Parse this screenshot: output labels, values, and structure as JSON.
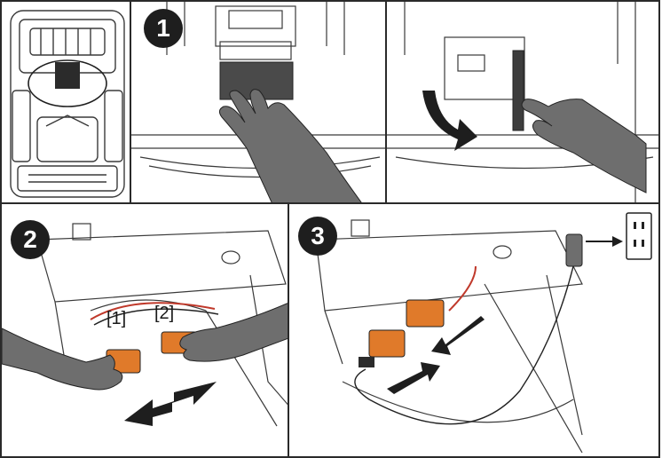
{
  "colors": {
    "frame": "#2a2a2a",
    "line": "#3a3a3a",
    "hand": "#6e6e6e",
    "connector": "#e07a2a",
    "arrow": "#1e1e1e",
    "wire_red": "#c0392b"
  },
  "steps": [
    {
      "number": "1"
    },
    {
      "number": "2"
    },
    {
      "number": "3"
    }
  ],
  "connector_labels": [
    "[1]",
    "[2]"
  ],
  "icons": [
    "battery-pack-icon",
    "hand-icon",
    "rotate-arrow-icon",
    "double-arrow-icon",
    "wall-outlet-icon",
    "charger-plug-icon"
  ]
}
